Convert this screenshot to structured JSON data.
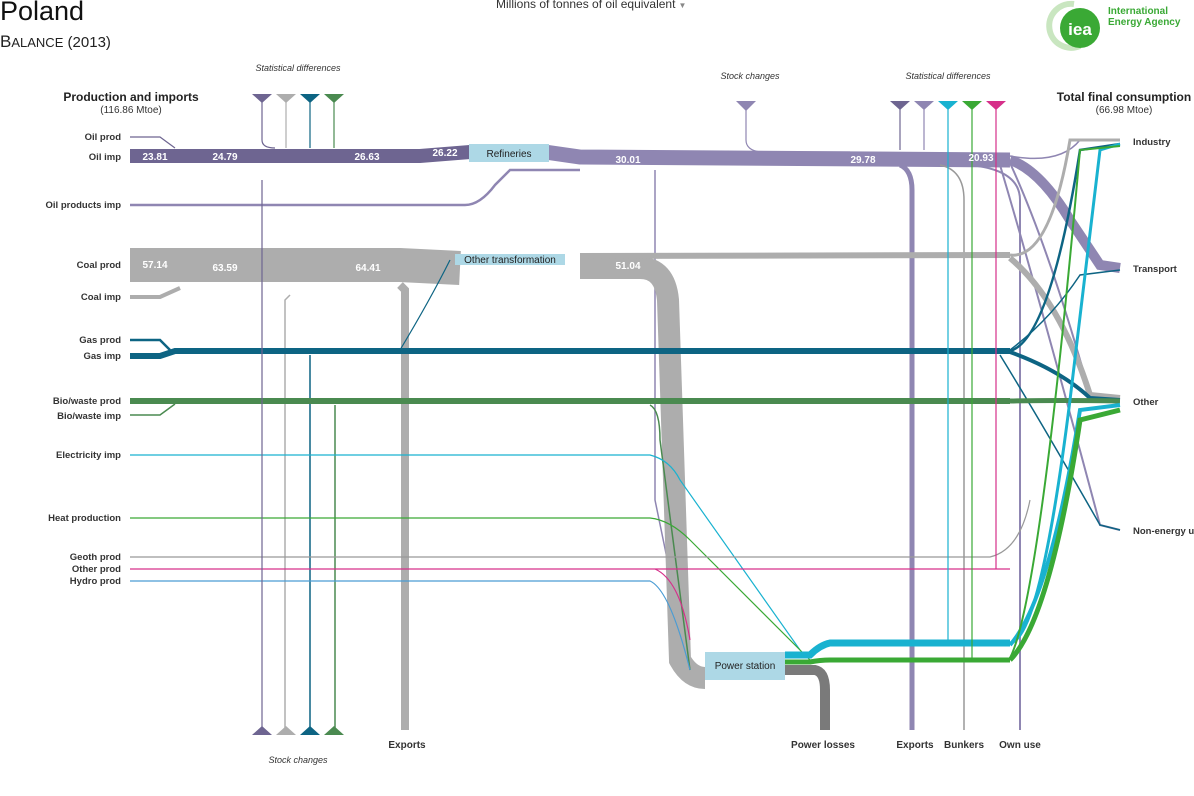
{
  "header": {
    "title": "Poland",
    "subtitle": "Balance (2013)",
    "units_selector": "Millions of tonnes of oil equivalent",
    "logo": "International Energy Agency",
    "logo_mark": "iea"
  },
  "columns": {
    "left_heading": "Production and imports",
    "left_total": "(116.86 Mtoe)",
    "right_heading": "Total final consumption",
    "right_total": "(66.98 Mtoe)",
    "stat_diff_left": "Statistical differences",
    "stat_diff_right": "Statistical differences",
    "stock_changes_top": "Stock  changes",
    "stock_changes_bottom": "Stock changes"
  },
  "sources": [
    "Oil prod",
    "Oil imp",
    "Oil products imp",
    "Coal prod",
    "Coal imp",
    "Gas prod",
    "Gas imp",
    "Bio/waste prod",
    "Bio/waste imp",
    "Electricity imp",
    "Heat production",
    "Geoth prod",
    "Other prod",
    "Hydro prod"
  ],
  "nodes": {
    "refineries": "Refineries",
    "other_transformation": "Other transformation",
    "power_station": "Power station"
  },
  "sinks": [
    "Exports",
    "Power losses",
    "Exports",
    "Bunkers",
    "Own use"
  ],
  "consumption": [
    "Industry",
    "Transport",
    "Other",
    "Non-energy u"
  ],
  "flow_values": {
    "oil": [
      "23.81",
      "24.79",
      "26.63",
      "26.22",
      "30.01",
      "29.78",
      "20.93"
    ],
    "coal": [
      "57.14",
      "63.59",
      "64.41",
      "51.04"
    ]
  },
  "colors": {
    "oil": "#8f86b2",
    "oil_dark": "#6e6591",
    "coal": "#adadad",
    "gas": "#0d6483",
    "bio": "#4a8a50",
    "electricity": "#19b2d0",
    "heat": "#3aa935",
    "other": "#d6308a",
    "hydro": "#4a9cd4",
    "node": "#add8e6",
    "losses": "#7a7a7a"
  }
}
